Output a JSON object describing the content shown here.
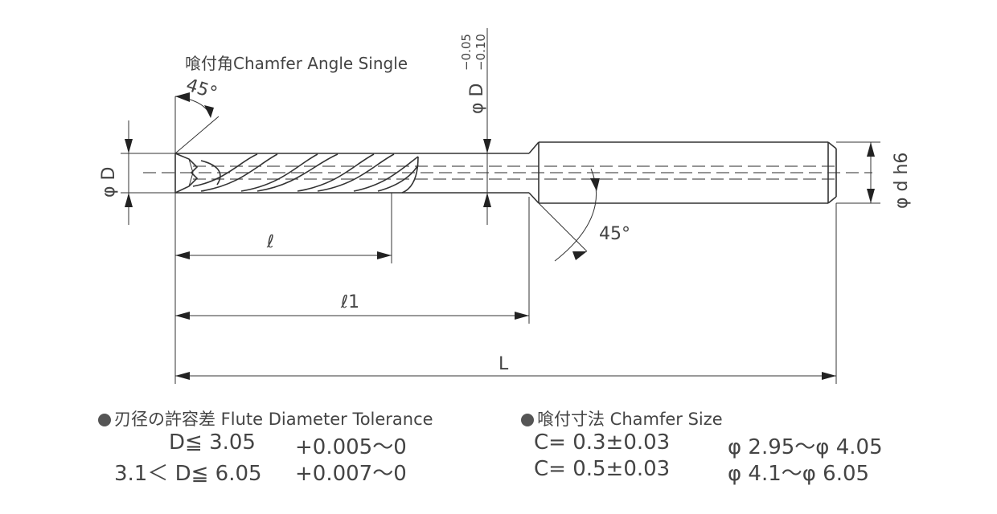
{
  "drawing": {
    "chamfer_label": "喰付角Chamfer Angle Single",
    "chamfer_angle": "45°",
    "shank_angle": "45°",
    "flute_dia_label": "φ D",
    "shank_dia_label": "φ d h6",
    "neck_dia_label": "φ D",
    "neck_tol_upper": "−0.05",
    "neck_tol_lower": "−0.10",
    "dim_l": "ℓ",
    "dim_l1": "ℓ1",
    "dim_L": "L"
  },
  "flute_tolerance": {
    "title": "刃径の許容差 Flute Diameter Tolerance",
    "rows": [
      {
        "range": "D≦ 3.05",
        "value": "+0.005～0"
      },
      {
        "range": "3.1＜ D≦ 6.05",
        "value": "+0.007～0"
      }
    ]
  },
  "chamfer_size": {
    "title": "喰付寸法 Chamfer Size",
    "rows": [
      {
        "c": "C= 0.3±0.03",
        "range": "φ 2.95～φ 4.05"
      },
      {
        "c": "C= 0.5±0.03",
        "range": "φ 4.1～φ 6.05"
      }
    ]
  }
}
